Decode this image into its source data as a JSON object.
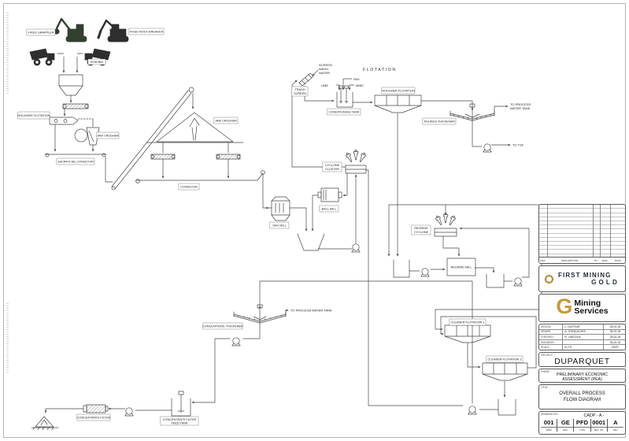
{
  "drawing": {
    "section_flotation": "FLOTATION",
    "eq": {
      "fixed_grappler": "FIXED GRAPPLER",
      "fixed_rock_breaker": "FIXED ROCK BREAKER",
      "rom_bin": "ROM BIN",
      "rougher_flotation_small": "ROUGHER FLOTATION",
      "jaw_crusher": "JAW CRUSHER",
      "sacrificial_conveyor": "SACRIFICIAL CONVEYOR",
      "stockpile": "JAW CRUSHER",
      "conveyor": "CONVEYOR",
      "sag_mill": "SAG MILL",
      "ball_mill": "BALL MILL",
      "cyclone_cluster": [
        "CYCLONE",
        "CLUSTER"
      ],
      "trash_screen": [
        "TRASH",
        "SCREEN"
      ],
      "conditioning_tank": "CONDITIONING TANK",
      "rougher_flotation": "ROUGHER FLOTATION",
      "tailings_thickener": "TAILINGS THICKENER",
      "regrind_cyclone": [
        "REGRIND",
        "CYCLONE"
      ],
      "regrind_mill": "REGRIND MILL",
      "cleaner_flotation_1": "CLEANER FLOTATION 1",
      "cleaner_flotation_2": "CLEANER FLOTATION 2",
      "concentrate_thickener": "CONCENTRATE THICKENER",
      "concentrate_filter": "CONCENTRATE FILTER",
      "concentrate_filter_feed_tank": [
        "CONCENTRATE FILTER",
        "FEED TANK"
      ]
    },
    "streams": {
      "screen_wash_water": [
        "SCREEN",
        "WASH",
        "WATER"
      ],
      "lime": "LIME",
      "pax": "PAX",
      "mibc": "MIBC",
      "to_process_water_tank_top": [
        "TO PROCESS",
        "WATER TANK"
      ],
      "to_tsf": "TO TSF",
      "to_process_water_tank_bottom": "TO PROCESS WATER TANK"
    }
  },
  "title_block": {
    "rev_header": {
      "rev": "REV.",
      "description": "DESCRIPTION",
      "by": "BY",
      "eng": "ENG.",
      "date": "DATE"
    },
    "fmg": {
      "line1": "FIRST MINING",
      "line2": "GOLD"
    },
    "gms": {
      "g": "G",
      "line1": "Mining",
      "line2": "Services"
    },
    "info": [
      {
        "label": "DESIGN:",
        "value": "L. DUFOUR",
        "date": "25-02-15"
      },
      {
        "label": "DRAWN:",
        "value": "A. GONÇALVES",
        "date": "25-02-15"
      },
      {
        "label": "CHECKED:",
        "value": "N. LINCOLN",
        "date": "25-02-15"
      },
      {
        "label": "ENGINEER:",
        "value": "",
        "date": "25-02-15"
      },
      {
        "label": "SCALE:",
        "value": "N.T.S.",
        "date": "DATE"
      }
    ],
    "project_label": "PROJECT:",
    "project": "DUPARQUET",
    "phase_label": "PHASE:",
    "phase1": "PRELIMINARY ECONOMIC",
    "phase2": "ASSESSMENT (PEA)",
    "title_label": "TITLE:",
    "title1": "OVERALL PROCESS",
    "title2": "FLOW DIAGRAM",
    "dwg_label": "DRAWING NO.:",
    "dwg_prefix": "CADP - A -",
    "dwg_parts": [
      {
        "v": "001",
        "l": "AREA"
      },
      {
        "v": "GE",
        "l": "DISC."
      },
      {
        "v": "PFD",
        "l": "TYPE"
      },
      {
        "v": "0001",
        "l": "SEQ. NO."
      },
      {
        "v": "A",
        "l": "REV."
      }
    ]
  }
}
